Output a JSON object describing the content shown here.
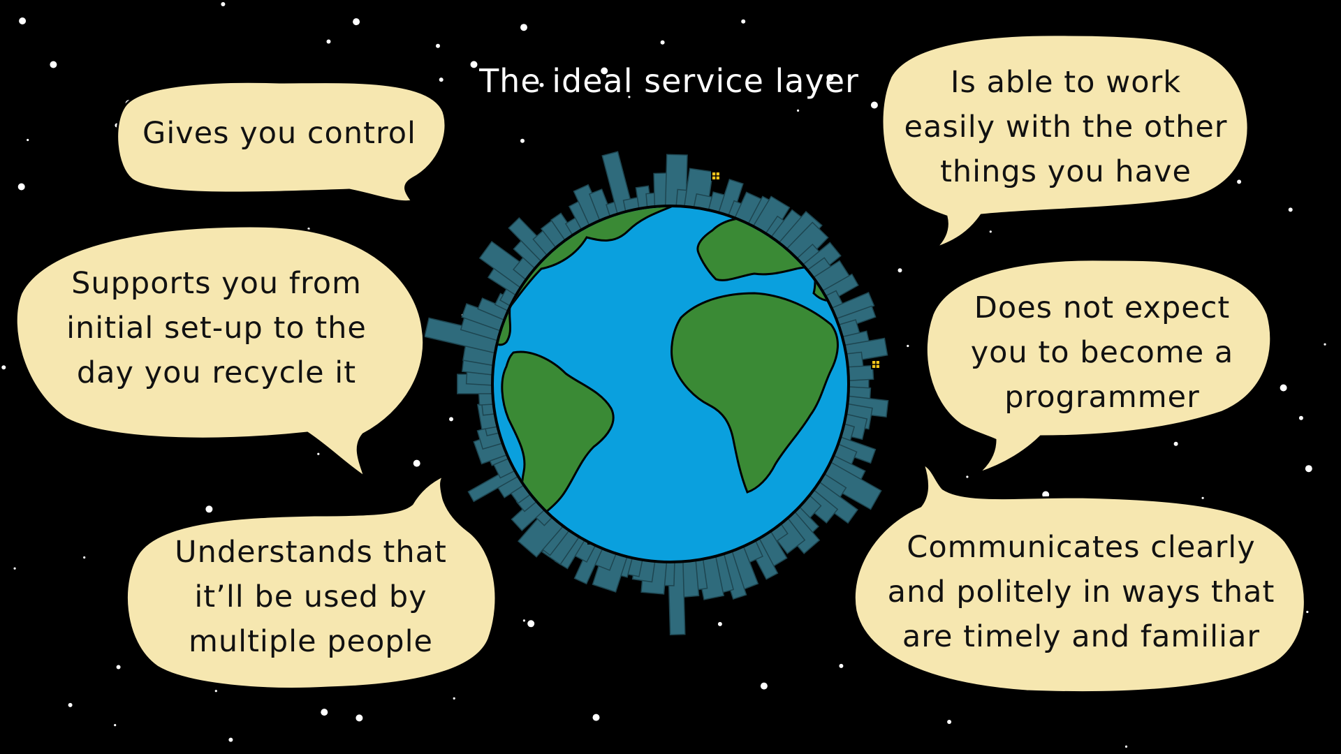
{
  "title": "The ideal service layer",
  "colors": {
    "background": "#000000",
    "bubble_fill": "#f6e7b0",
    "bubble_stroke": "#000000",
    "ocean": "#0aa0de",
    "land": "#3a8a35",
    "buildings": "#2f6b7c",
    "window": "#f3c51c",
    "star": "#ffffff"
  },
  "bubbles": [
    {
      "id": "gives-you-control",
      "lines": [
        "Gives you control"
      ]
    },
    {
      "id": "supports-you",
      "lines": [
        "Supports you from",
        "initial set-up to the",
        "day you recycle it"
      ]
    },
    {
      "id": "understands-multiple-people",
      "lines": [
        "Understands that",
        "it’ll be used by",
        "multiple people"
      ]
    },
    {
      "id": "works-with-other-things",
      "lines": [
        "Is able to work",
        "easily with the other",
        "things you have"
      ]
    },
    {
      "id": "not-a-programmer",
      "lines": [
        "Does not expect",
        "you to become a",
        "programmer"
      ]
    },
    {
      "id": "communicates-clearly",
      "lines": [
        "Communicates clearly",
        "and politely in ways that",
        "are timely and familiar"
      ]
    }
  ]
}
